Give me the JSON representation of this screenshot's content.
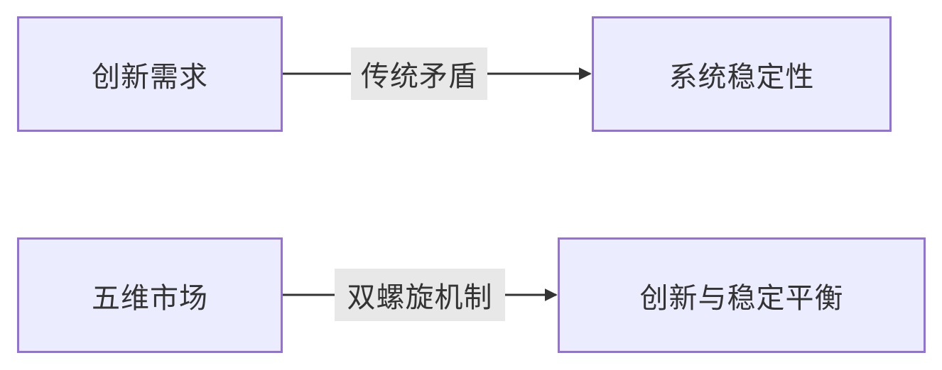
{
  "diagram": {
    "nodes": {
      "innovation_demand": "创新需求",
      "system_stability": "系统稳定性",
      "five_dim_market": "五维市场",
      "balance": "创新与稳定平衡"
    },
    "edges": {
      "traditional_conflict": "传统矛盾",
      "double_helix": "双螺旋机制"
    }
  },
  "colors": {
    "node_fill": "#ececff",
    "node_border": "#9370db",
    "edge_line": "#333333",
    "label_bg": "#e8e8e8"
  }
}
